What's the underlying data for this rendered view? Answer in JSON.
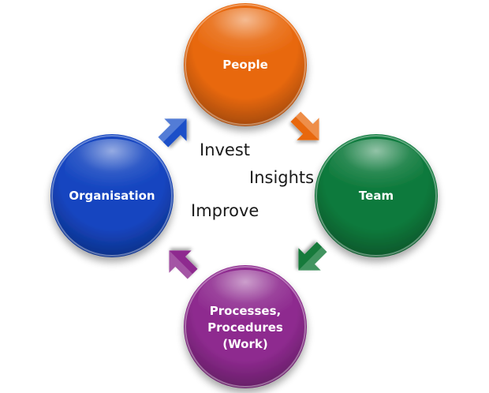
{
  "nodes": {
    "people": {
      "label": "People",
      "color": "#e8680d"
    },
    "team": {
      "label": "Team",
      "color": "#0e7a3c"
    },
    "processes": {
      "lines": [
        "Processes,",
        "Procedures",
        "(Work)"
      ],
      "color": "#8e2a8f"
    },
    "organisation": {
      "label": "Organisation",
      "color": "#1445c0"
    }
  },
  "center": {
    "invest": "Invest",
    "insights": "Insights",
    "improve": "Improve"
  },
  "arrows": {
    "people_to_team": {
      "color": "#e8680d"
    },
    "team_to_processes": {
      "color": "#137a3a"
    },
    "processes_to_organisation": {
      "color": "#8e2a8f"
    },
    "organisation_to_people": {
      "color": "#1a4fc8"
    }
  }
}
